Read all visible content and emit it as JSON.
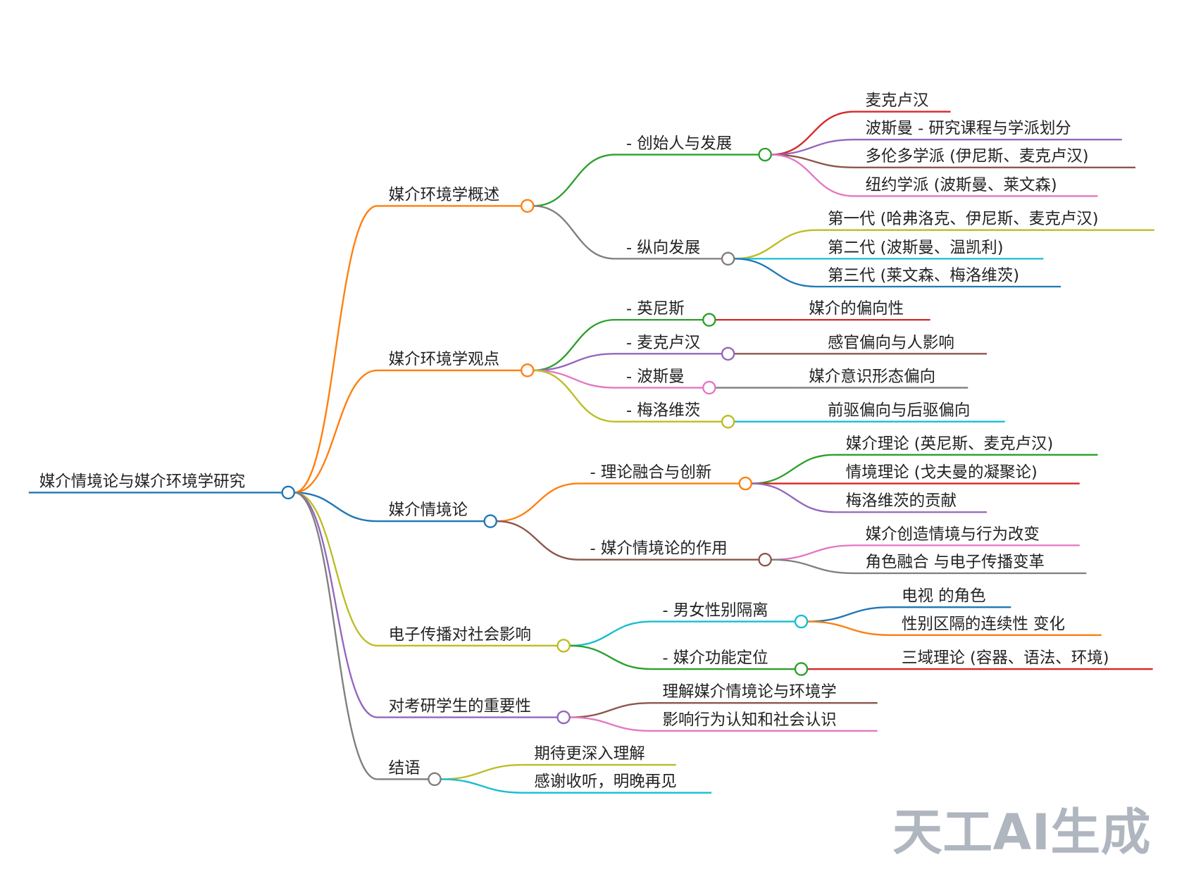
{
  "mindmap": {
    "label": "媒介情境论与媒介环境学研究",
    "color": "#1f77b4",
    "children": [
      {
        "label": "媒介环境学概述",
        "color": "#ff7f0e",
        "children": [
          {
            "label": "- 创始人与发展",
            "color": "#2ca02c",
            "children": [
              {
                "label": "麦克卢汉",
                "color": "#d62728"
              },
              {
                "label": "波斯曼 - 研究课程与学派划分",
                "color": "#9467bd"
              },
              {
                "label": "多伦多学派 (伊尼斯、麦克卢汉)",
                "color": "#8c564b"
              },
              {
                "label": "纽约学派 (波斯曼、莱文森)",
                "color": "#e377c2"
              }
            ]
          },
          {
            "label": "- 纵向发展",
            "color": "#7f7f7f",
            "children": [
              {
                "label": "第一代 (哈弗洛克、伊尼斯、麦克卢汉)",
                "color": "#bcbd22"
              },
              {
                "label": "第二代 (波斯曼、温凯利)",
                "color": "#17becf"
              },
              {
                "label": "第三代 (莱文森、梅洛维茨)",
                "color": "#1f77b4"
              }
            ]
          }
        ]
      },
      {
        "label": "媒介环境学观点",
        "color": "#ff7f0e",
        "children": [
          {
            "label": "- 英尼斯",
            "color": "#2ca02c",
            "children": [
              {
                "label": "媒介的偏向性",
                "color": "#d62728"
              }
            ]
          },
          {
            "label": "- 麦克卢汉",
            "color": "#9467bd",
            "children": [
              {
                "label": "感官偏向与人影响",
                "color": "#8c564b"
              }
            ]
          },
          {
            "label": "- 波斯曼",
            "color": "#e377c2",
            "children": [
              {
                "label": "媒介意识形态偏向",
                "color": "#7f7f7f"
              }
            ]
          },
          {
            "label": "- 梅洛维茨",
            "color": "#bcbd22",
            "children": [
              {
                "label": "前驱偏向与后驱偏向",
                "color": "#17becf"
              }
            ]
          }
        ]
      },
      {
        "label": "媒介情境论",
        "color": "#1f77b4",
        "children": [
          {
            "label": "- 理论融合与创新",
            "color": "#ff7f0e",
            "children": [
              {
                "label": "媒介理论 (英尼斯、麦克卢汉)",
                "color": "#2ca02c"
              },
              {
                "label": "情境理论 (戈夫曼的凝聚论)",
                "color": "#d62728"
              },
              {
                "label": "梅洛维茨的贡献",
                "color": "#9467bd"
              }
            ]
          },
          {
            "label": "- 媒介情境论的作用",
            "color": "#8c564b",
            "children": [
              {
                "label": "媒介创造情境与行为改变",
                "color": "#e377c2"
              },
              {
                "label": "角色融合 与电子传播变革",
                "color": "#7f7f7f"
              }
            ]
          }
        ]
      },
      {
        "label": "电子传播对社会影响",
        "color": "#bcbd22",
        "children": [
          {
            "label": "- 男女性别隔离",
            "color": "#17becf",
            "children": [
              {
                "label": "电视 的角色",
                "color": "#1f77b4"
              },
              {
                "label": "性别区隔的连续性 变化",
                "color": "#ff7f0e"
              }
            ]
          },
          {
            "label": "- 媒介功能定位",
            "color": "#2ca02c",
            "children": [
              {
                "label": "三域理论 (容器、语法、环境)",
                "color": "#d62728"
              }
            ]
          }
        ]
      },
      {
        "label": "对考研学生的重要性",
        "color": "#9467bd",
        "children": [
          {
            "label": "理解媒介情境论与环境学",
            "color": "#8c564b"
          },
          {
            "label": "影响行为认知和社会认识",
            "color": "#e377c2"
          }
        ]
      },
      {
        "label": "结语",
        "color": "#7f7f7f",
        "children": [
          {
            "label": "期待更深入理解",
            "color": "#bcbd22"
          },
          {
            "label": "感谢收听，明晚再见",
            "color": "#17becf"
          }
        ]
      }
    ]
  },
  "watermark": "天工AI生成"
}
